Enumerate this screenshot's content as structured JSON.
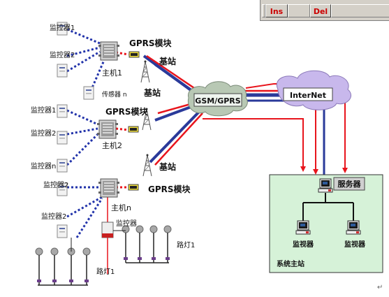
{
  "toolbar": {
    "ins_label": "Ins",
    "del_label": "Del"
  },
  "labels": {
    "monitor1a": "监控器1",
    "monitor2a": "监控器2",
    "host1": "主机1",
    "sensor_n": "传感器 n",
    "gprs1": "GPRS模块",
    "base1": "基站",
    "base2": "基站",
    "monitor1b": "监控器1",
    "monitor2b": "监控器2",
    "monitor_nb": "监控器n",
    "gprs2": "GPRS模块",
    "host2": "主机2",
    "base3": "基站",
    "monitor2c": "监控器2",
    "gprs3": "GPRS模块",
    "host_n": "主机n",
    "monitor2d": "监控器2",
    "monitor_lamp": "监控器",
    "lamp1_right": "路灯1",
    "lamp1_bottom": "路灯1",
    "gsm": "GSM/GPRS",
    "internet": "InterNet",
    "server": "服务器",
    "viewer1": "监视器",
    "viewer2": "监视器",
    "station": "系统主站",
    "return_mark": "↵"
  },
  "colors": {
    "link_red": "#e8141c",
    "link_blue": "#2a3a9a",
    "dotted_blue": "#2233aa",
    "station_bg": "#d6f2d8",
    "cloud": "#c8b8ec",
    "gsm_cloud": "#b8c8b4"
  }
}
